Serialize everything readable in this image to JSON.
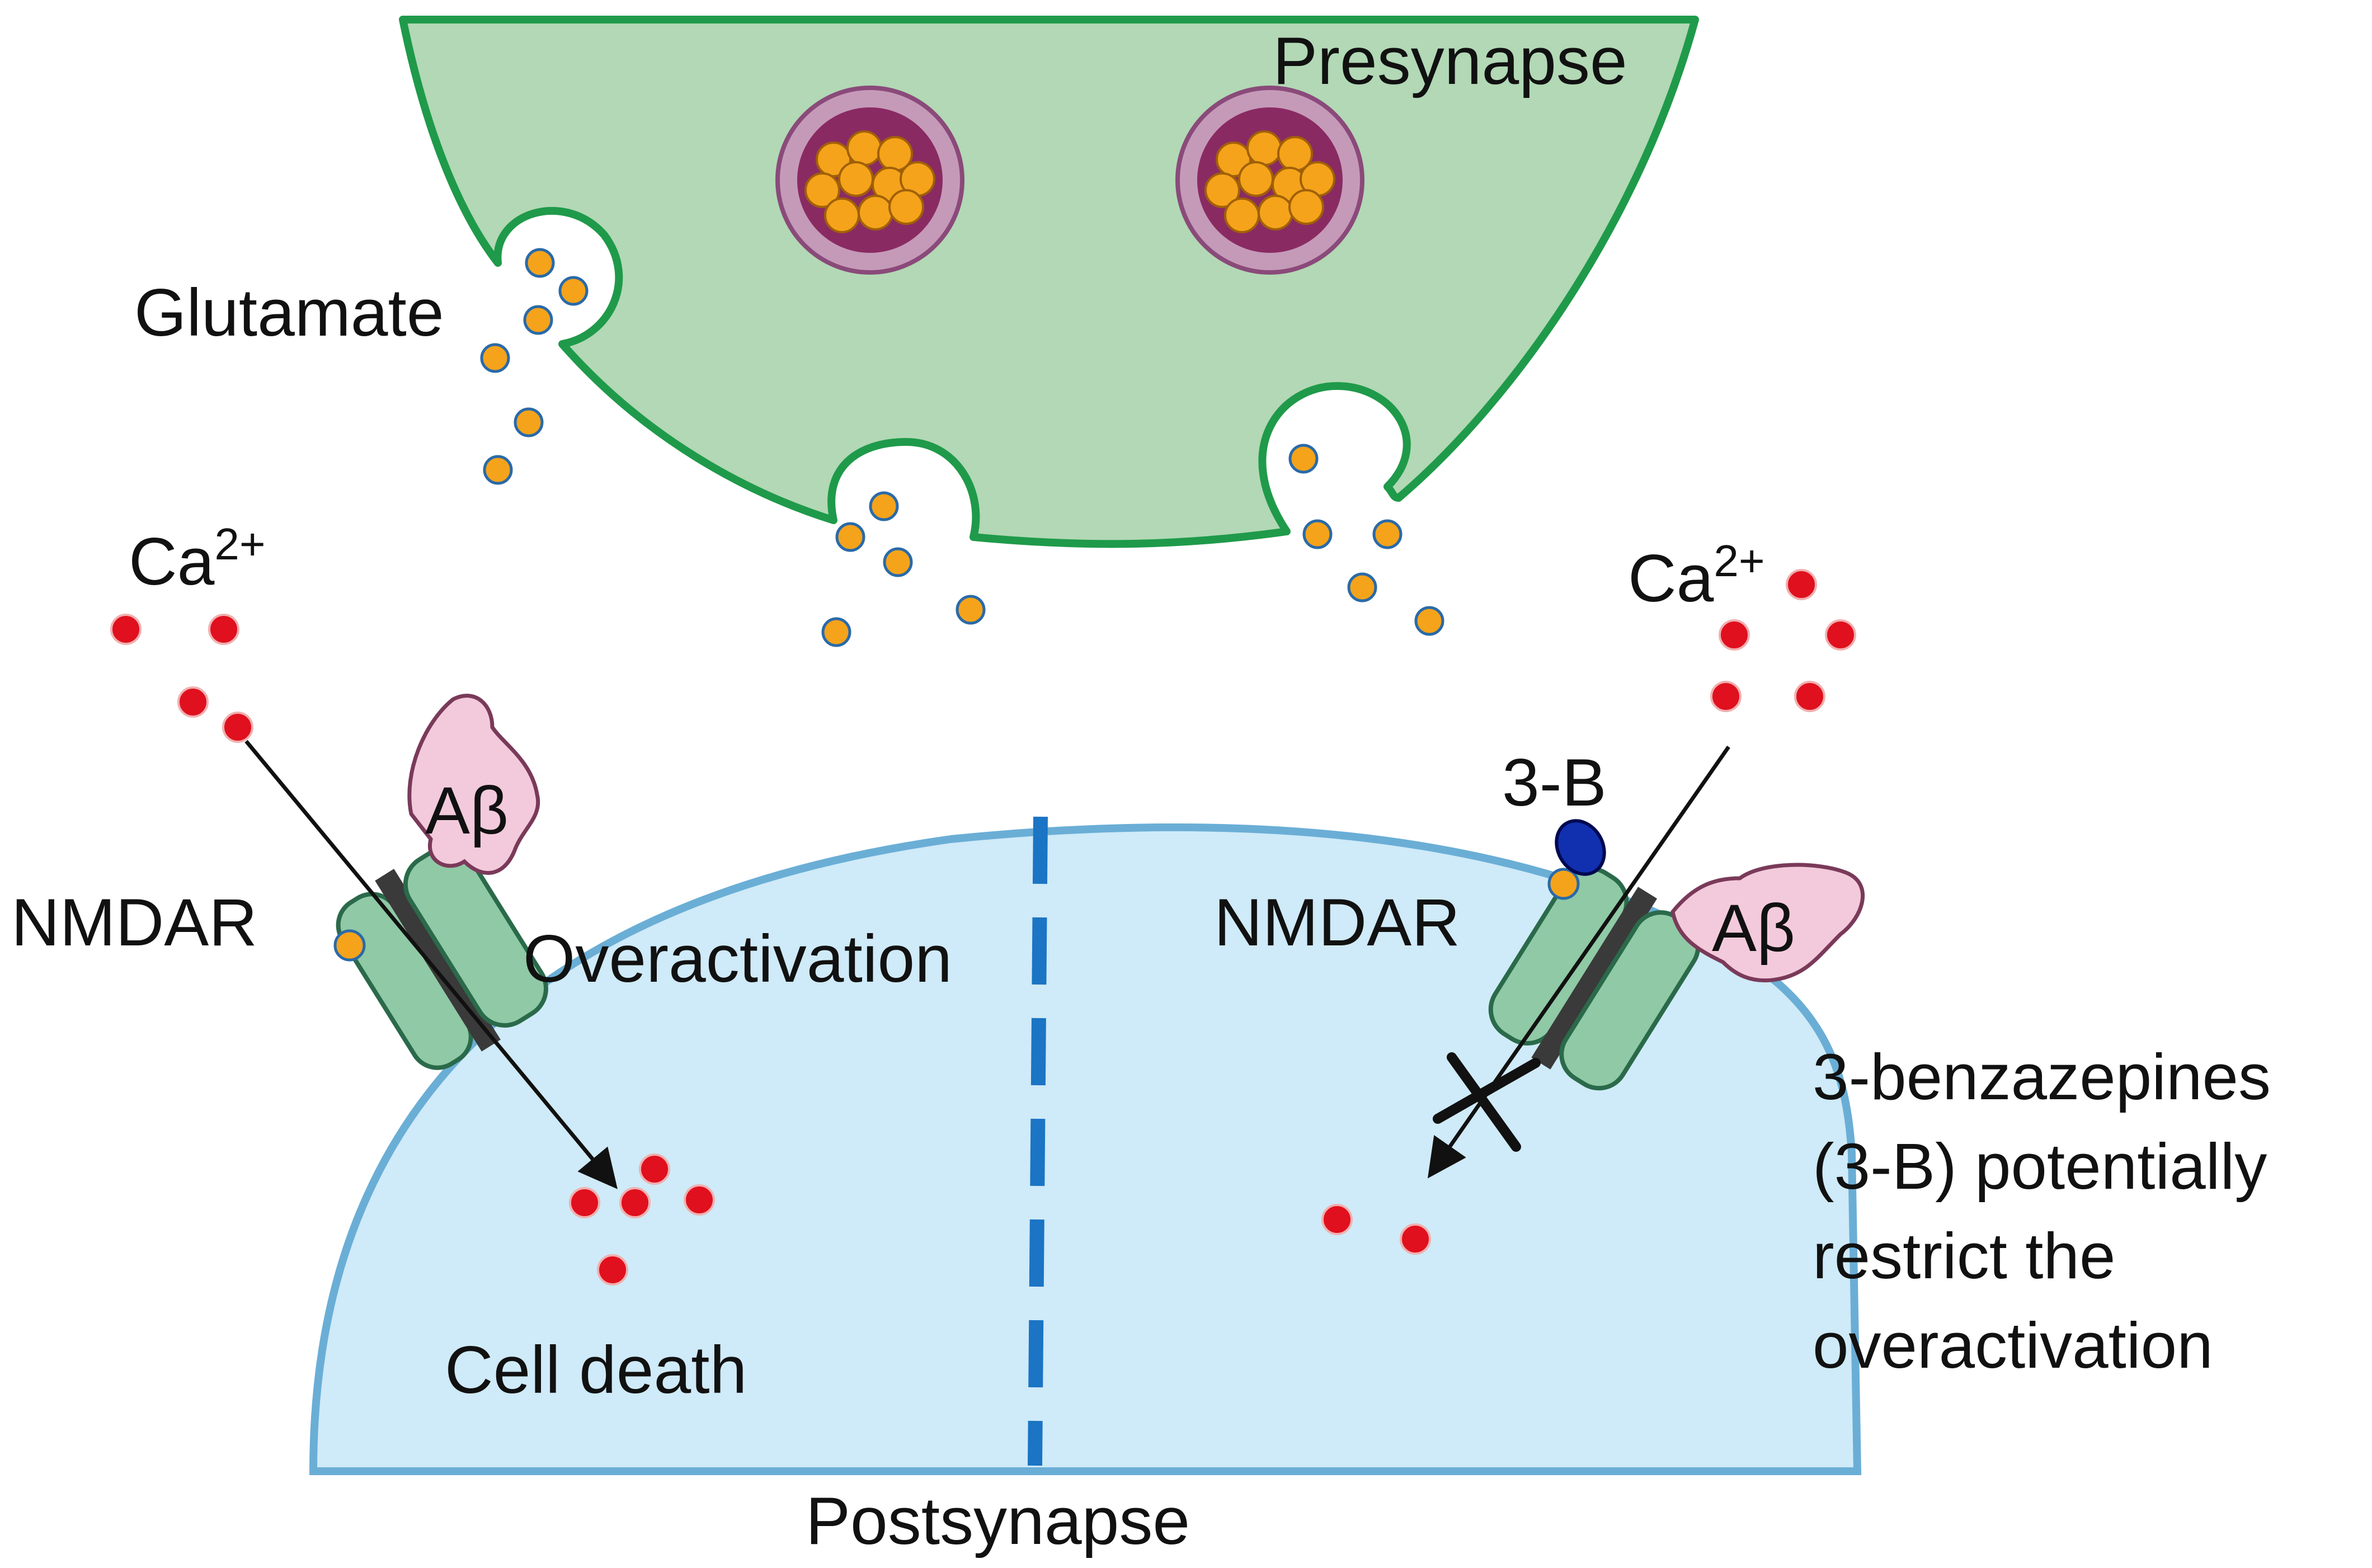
{
  "labels": {
    "presynapse": "Presynapse",
    "postsynapse": "Postsynapse",
    "glutamate": "Glutamate",
    "ca_left": "Ca",
    "ca_right": "Ca",
    "ca_superscript": "2+",
    "nmdar_left": "NMDAR",
    "nmdar_right": "NMDAR",
    "abeta_left": "Aβ",
    "abeta_right": "Aβ",
    "overactivation": "Overactivation",
    "cell_death": "Cell death",
    "three_b": "3-B"
  },
  "note_lines": [
    "3-benzazepines",
    "(3-B) potentially",
    "restrict the",
    "overactivation"
  ],
  "colors": {
    "presynapse_fill": "#b2d8b5",
    "presynapse_stroke": "#1f9a4a",
    "postsynapse_fill": "#cfeaf8",
    "postsynapse_stroke": "#6aaed6",
    "divider": "#1b74c4",
    "glutamate": "#f5a31a",
    "calcium": "#e0101e",
    "vesicle_outer": "#c59ab8",
    "vesicle_inner": "#8a2a63",
    "receptor": "#8fc9a5",
    "abeta": "#f3cadb",
    "three_b_blob": "#1030b0"
  }
}
